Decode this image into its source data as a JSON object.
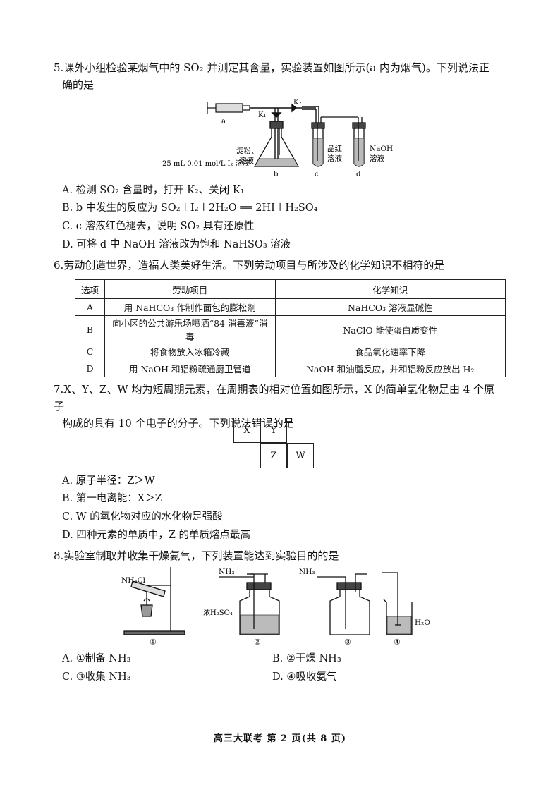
{
  "q5": {
    "number": "5.",
    "stem_line1": "课外小组检验某烟气中的 SO₂ 并测定其含量，实验装置如图所示(a 内为烟气)。下列说法正",
    "stem_line2": "确的是",
    "figure_labels": {
      "k2": "K₂",
      "k1": "K₁",
      "a": "a",
      "b": "b",
      "c": "c",
      "d": "d",
      "starch_1": "淀粉、",
      "starch_2": "溶液",
      "iodine": "25 mL 0.01 mol/L I₂ 溶液",
      "pinred_1": "品红",
      "pinred_2": "溶液",
      "naoh_1": "NaOH",
      "naoh_2": "溶液"
    },
    "options": [
      "A. 检测 SO₂ 含量时，打开 K₂、关闭 K₁",
      "B. b 中发生的反应为 SO₂＋I₂＋2H₂O ══ 2HI＋H₂SO₄",
      "C. c 溶液红色褪去，说明 SO₂ 具有还原性",
      "D. 可将 d 中 NaOH 溶液改为饱和 NaHSO₃ 溶液"
    ]
  },
  "q6": {
    "number": "6.",
    "stem": "劳动创造世界，造福人类美好生活。下列劳动项目与所涉及的化学知识不相符的是",
    "headers": [
      "选项",
      "劳动项目",
      "化学知识"
    ],
    "rows": [
      [
        "A",
        "用 NaHCO₃ 作制作面包的膨松剂",
        "NaHCO₃ 溶液显碱性"
      ],
      [
        "B",
        "向小区的公共游乐场喷洒“84 消毒液”消毒",
        "NaClO 能使蛋白质变性"
      ],
      [
        "C",
        "将食物放入冰箱冷藏",
        "食品氧化速率下降"
      ],
      [
        "D",
        "用 NaOH 和铝粉疏通厨卫管道",
        "NaOH 和油脂反应，并和铝粉反应放出 H₂"
      ]
    ]
  },
  "q7": {
    "number": "7.",
    "stem_line1": "X、Y、Z、W 均为短周期元素，在周期表的相对位置如图所示，X 的简单氢化物是由 4 个原子",
    "stem_line2": "构成的具有 10 个电子的分子。下列说法错误的是",
    "cells": {
      "x": "X",
      "y": "Y",
      "z": "Z",
      "w": "W"
    },
    "options": [
      "A. 原子半径：Z＞W",
      "B. 第一电离能：X＞Z",
      "C. W 的氧化物对应的水化物是强酸",
      "D. 四种元素的单质中，Z 的单质熔点最高"
    ]
  },
  "q8": {
    "number": "8.",
    "stem": "实验室制取并收集干燥氨气，下列装置能达到实验目的的是",
    "figure_labels": {
      "nh4cl": "NH₄Cl",
      "nh3_a": "NH₃",
      "nh3_b": "NH₃",
      "h2so4": "浓H₂SO₄",
      "h2o": "H₂O",
      "n1": "①",
      "n2": "②",
      "n3": "③",
      "n4": "④"
    },
    "options": [
      "A. ①制备 NH₃",
      "B. ②干燥 NH₃",
      "C. ③收集 NH₃",
      "D. ④吸收氨气"
    ]
  },
  "footer": "高三大联考 第 2 页(共 8 页)"
}
